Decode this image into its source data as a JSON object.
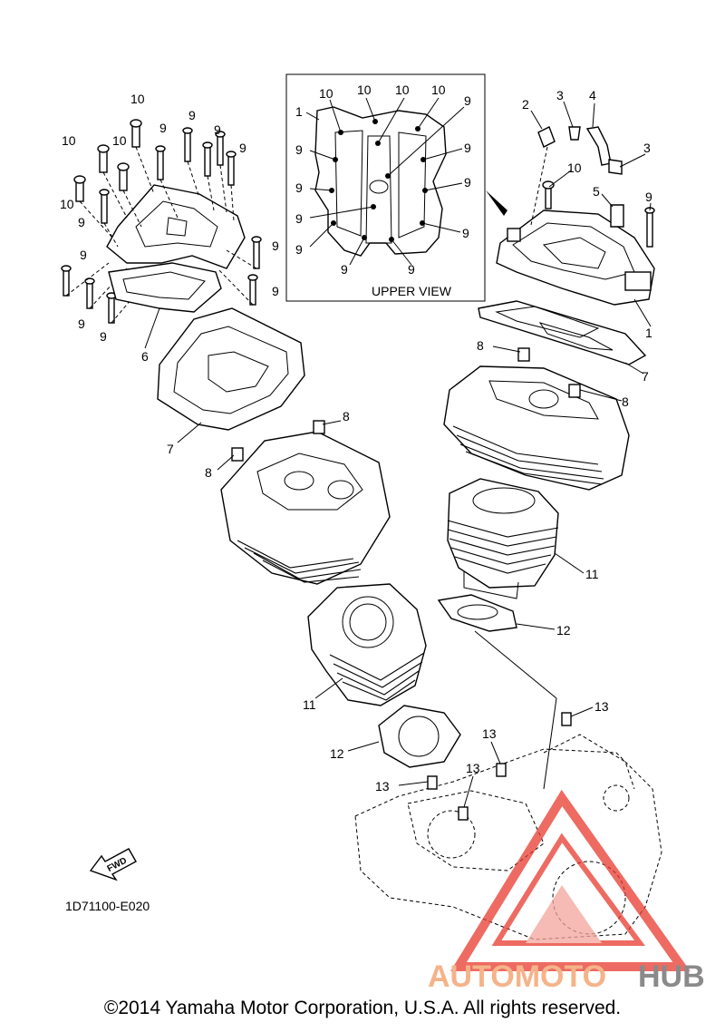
{
  "callouts": {
    "c1a": "1",
    "c1b": "1",
    "c2": "2",
    "c3a": "3",
    "c3b": "3",
    "c4": "4",
    "c5": "5",
    "c6": "6",
    "c7a": "7",
    "c7b": "7",
    "c8a": "8",
    "c8b": "8",
    "c8c": "8",
    "c8d": "8",
    "c9": "9",
    "c10": "10",
    "c11a": "11",
    "c11b": "11",
    "c12a": "12",
    "c12b": "12",
    "c13": "13"
  },
  "upper_view": {
    "label": "UPPER VIEW"
  },
  "fwd_label": "FWD",
  "diagram_code": "1D71100-E020",
  "watermark": {
    "part1": "AUTOMOTO",
    "part2": "HUB",
    "color_part1": "#f5b38a",
    "color_part2": "#8a8a8a",
    "triangle_color": "#e83a2e"
  },
  "copyright": "©2014 Yamaha Motor Corporation, U.S.A. All rights reserved.",
  "icons": [
    "fwd-arrow-icon",
    "watermark-triangle-icon"
  ]
}
